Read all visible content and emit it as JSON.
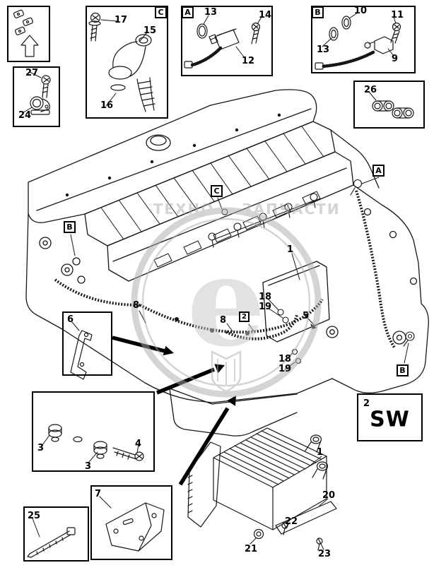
{
  "watermark": {
    "letter": "е",
    "text_left": "ТЕХНО",
    "text_right": "ЗАПЧАСТИ"
  },
  "letters": {
    "c_top": "C",
    "a_top": "A",
    "b_top": "B",
    "a_engine": "A",
    "b_left": "B",
    "c_engine": "C",
    "b_right": "B"
  },
  "boxes": {
    "sw": {
      "number": "2",
      "label": "SW"
    }
  },
  "numbers": {
    "n17": "17",
    "n15": "15",
    "n16": "16",
    "n13a": "13",
    "n14": "14",
    "n12": "12",
    "n10": "10",
    "n11": "11",
    "n13b": "13",
    "n9": "9",
    "n27": "27",
    "n24": "24",
    "n26": "26",
    "n8a": "8",
    "n1a": "1",
    "n18a": "18",
    "n19a": "19",
    "n5": "5",
    "n2box": "2",
    "n8b": "8",
    "n18b": "18",
    "n19b": "19",
    "n6": "6",
    "n3a": "3",
    "n3b": "3",
    "n4": "4",
    "n25": "25",
    "n7": "7",
    "n1b": "1",
    "n20": "20",
    "n22": "22",
    "n21": "21",
    "n23": "23"
  }
}
